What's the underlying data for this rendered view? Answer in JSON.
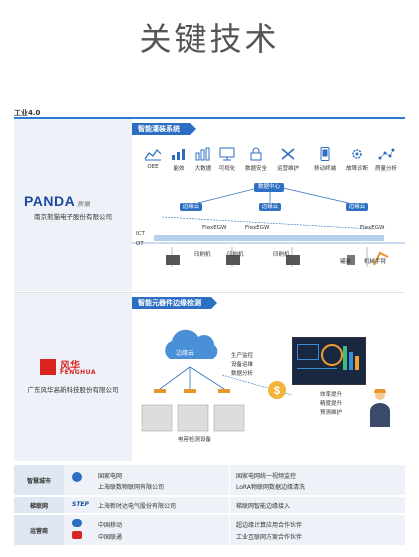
{
  "title": "关键技术",
  "subtitle": "工业4.0",
  "panel1": {
    "tag": "智能灌装系统",
    "company_logo_text": "PANDA",
    "company_logo_sub": "熊猫",
    "company_name": "南京熊猫电子股份有限公司",
    "icons": [
      {
        "label": "OEE",
        "icon": "chart-line-icon"
      },
      {
        "label": "能效",
        "icon": "energy-bars-icon"
      },
      {
        "label": "大数据",
        "icon": "bar-chart-icon"
      },
      {
        "label": "可视化",
        "icon": "monitor-icon"
      },
      {
        "label": "数据安全",
        "icon": "lock-icon"
      },
      {
        "label": "运营维护",
        "icon": "wrench-icon"
      },
      {
        "label": "移动终端",
        "icon": "mobile-icon"
      },
      {
        "label": "故障诊断",
        "icon": "gear-icon"
      },
      {
        "label": "质量分析",
        "icon": "scatter-icon"
      }
    ],
    "data_center": "数据中心",
    "edge_cloud_1": "边缘云",
    "edge_cloud_2": "边缘云",
    "edge_cloud_3": "边缘云",
    "flex1": "FlexEGW",
    "flex2": "FlexEGW",
    "flex3": "FlexEGW",
    "ict": "ICT",
    "ot": "OT",
    "printer1": "印刷机",
    "printer2": "印刷机",
    "printer3": "印刷机",
    "can": "罐装",
    "arm": "机械手臂"
  },
  "panel2": {
    "tag": "智能元器件边缘检测",
    "company_logo_text": "风华",
    "company_logo_sub": "FENGHUA",
    "company_name": "广东风华高新科技股份有限公司",
    "edge_cloud": "边缘云",
    "list": [
      "生产监控",
      "设备运维",
      "数据分析"
    ],
    "benefits": [
      "效率提升",
      "精度提升",
      "预测维护"
    ],
    "device_label": "电容检测设备"
  },
  "table": {
    "rows": [
      {
        "cat": "智慧城市",
        "left": [
          "国家电网",
          "上海联数物联网有限公司"
        ],
        "right": [
          "国家电网统一视频监控",
          "LoRA物联网数据边缘清洗"
        ]
      },
      {
        "cat": "梯联网",
        "left": [
          "上海新时达电气股份有限公司"
        ],
        "logo": "STEP",
        "right": [
          "梯联网智能边缘接入"
        ]
      },
      {
        "cat": "运营商",
        "left": [
          "中国移动",
          "中国联通"
        ],
        "right": [
          "超边缘计算应用合作伙伴",
          "工业互联网方案合作伙伴"
        ]
      }
    ]
  },
  "colors": {
    "accent": "#2c6fc2",
    "panel_bg": "#eef2f8",
    "orange": "#e8962b"
  }
}
